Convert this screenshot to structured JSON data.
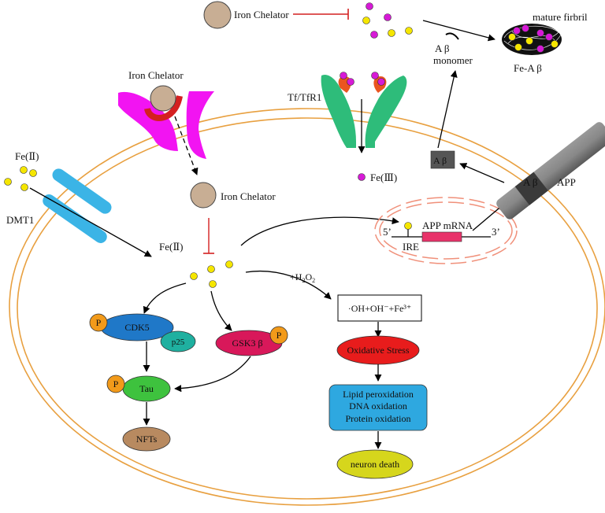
{
  "labels": {
    "iron_chelator_top": "Iron Chelator",
    "iron_chelator_membrane": "Iron Chelator",
    "iron_chelator_inside": "Iron Chelator",
    "mature_fibril": "mature firbril",
    "fe_abeta": "Fe-A β",
    "abeta_monomer_1": "A β",
    "abeta_monomer_2": "monomer",
    "tf_tfr1": "Tf/TfR1",
    "fe3": "Fe(Ⅲ)",
    "fe2_outside": "Fe(Ⅱ)",
    "dmt1": "DMT1",
    "fe2_inside": "Fe(Ⅱ)",
    "abeta_box": "A β",
    "app_abeta": "A β",
    "app": "APP",
    "five_prime": "5’",
    "three_prime": "3’",
    "app_mrna": "APP mRNA",
    "ire": "IRE",
    "h2o2_plus": "+H",
    "h2o2_sub": "2",
    "h2o2_o": "O",
    "h2o2_sub2": "2",
    "hydroxyl_reaction": "·OH+OH⁻+Fe³⁺",
    "cdk5": "CDK5",
    "p25": "p25",
    "p_cdk5": "P",
    "gsk3b": "GSK3 β",
    "p_gsk": "P",
    "p_tau": "P",
    "tau": "Tau",
    "nfts": "NFTs",
    "oxidative_stress": "Oxidative Stress",
    "lipid": "Lipid peroxidation",
    "dna": "DNA oxidation",
    "protein": "Protein oxidation",
    "neuron_death": "neuron death"
  },
  "colors": {
    "cell_membrane": "#e8a040",
    "iron_yellow": "#f5e600",
    "iron_magenta": "#d61ad6",
    "chelator": "#c8ae94",
    "inhibit_red": "#d42020",
    "dmt1": "#3bb4e6",
    "tfr1": "#2ebc7a",
    "transporter_magenta": "#f214f2",
    "cdk5": "#1f78c8",
    "p25": "#1fb0a0",
    "phospho": "#f29a1a",
    "gsk3b": "#d8185a",
    "tau": "#3ec23e",
    "nfts": "#b88a60",
    "oxidative_stress": "#e81c1c",
    "damage_box": "#2ea8e0",
    "neuron_death": "#d6d61c",
    "mrna_box": "#e8336a",
    "nucleus": "#f0907a",
    "app_bar": "#777777"
  }
}
